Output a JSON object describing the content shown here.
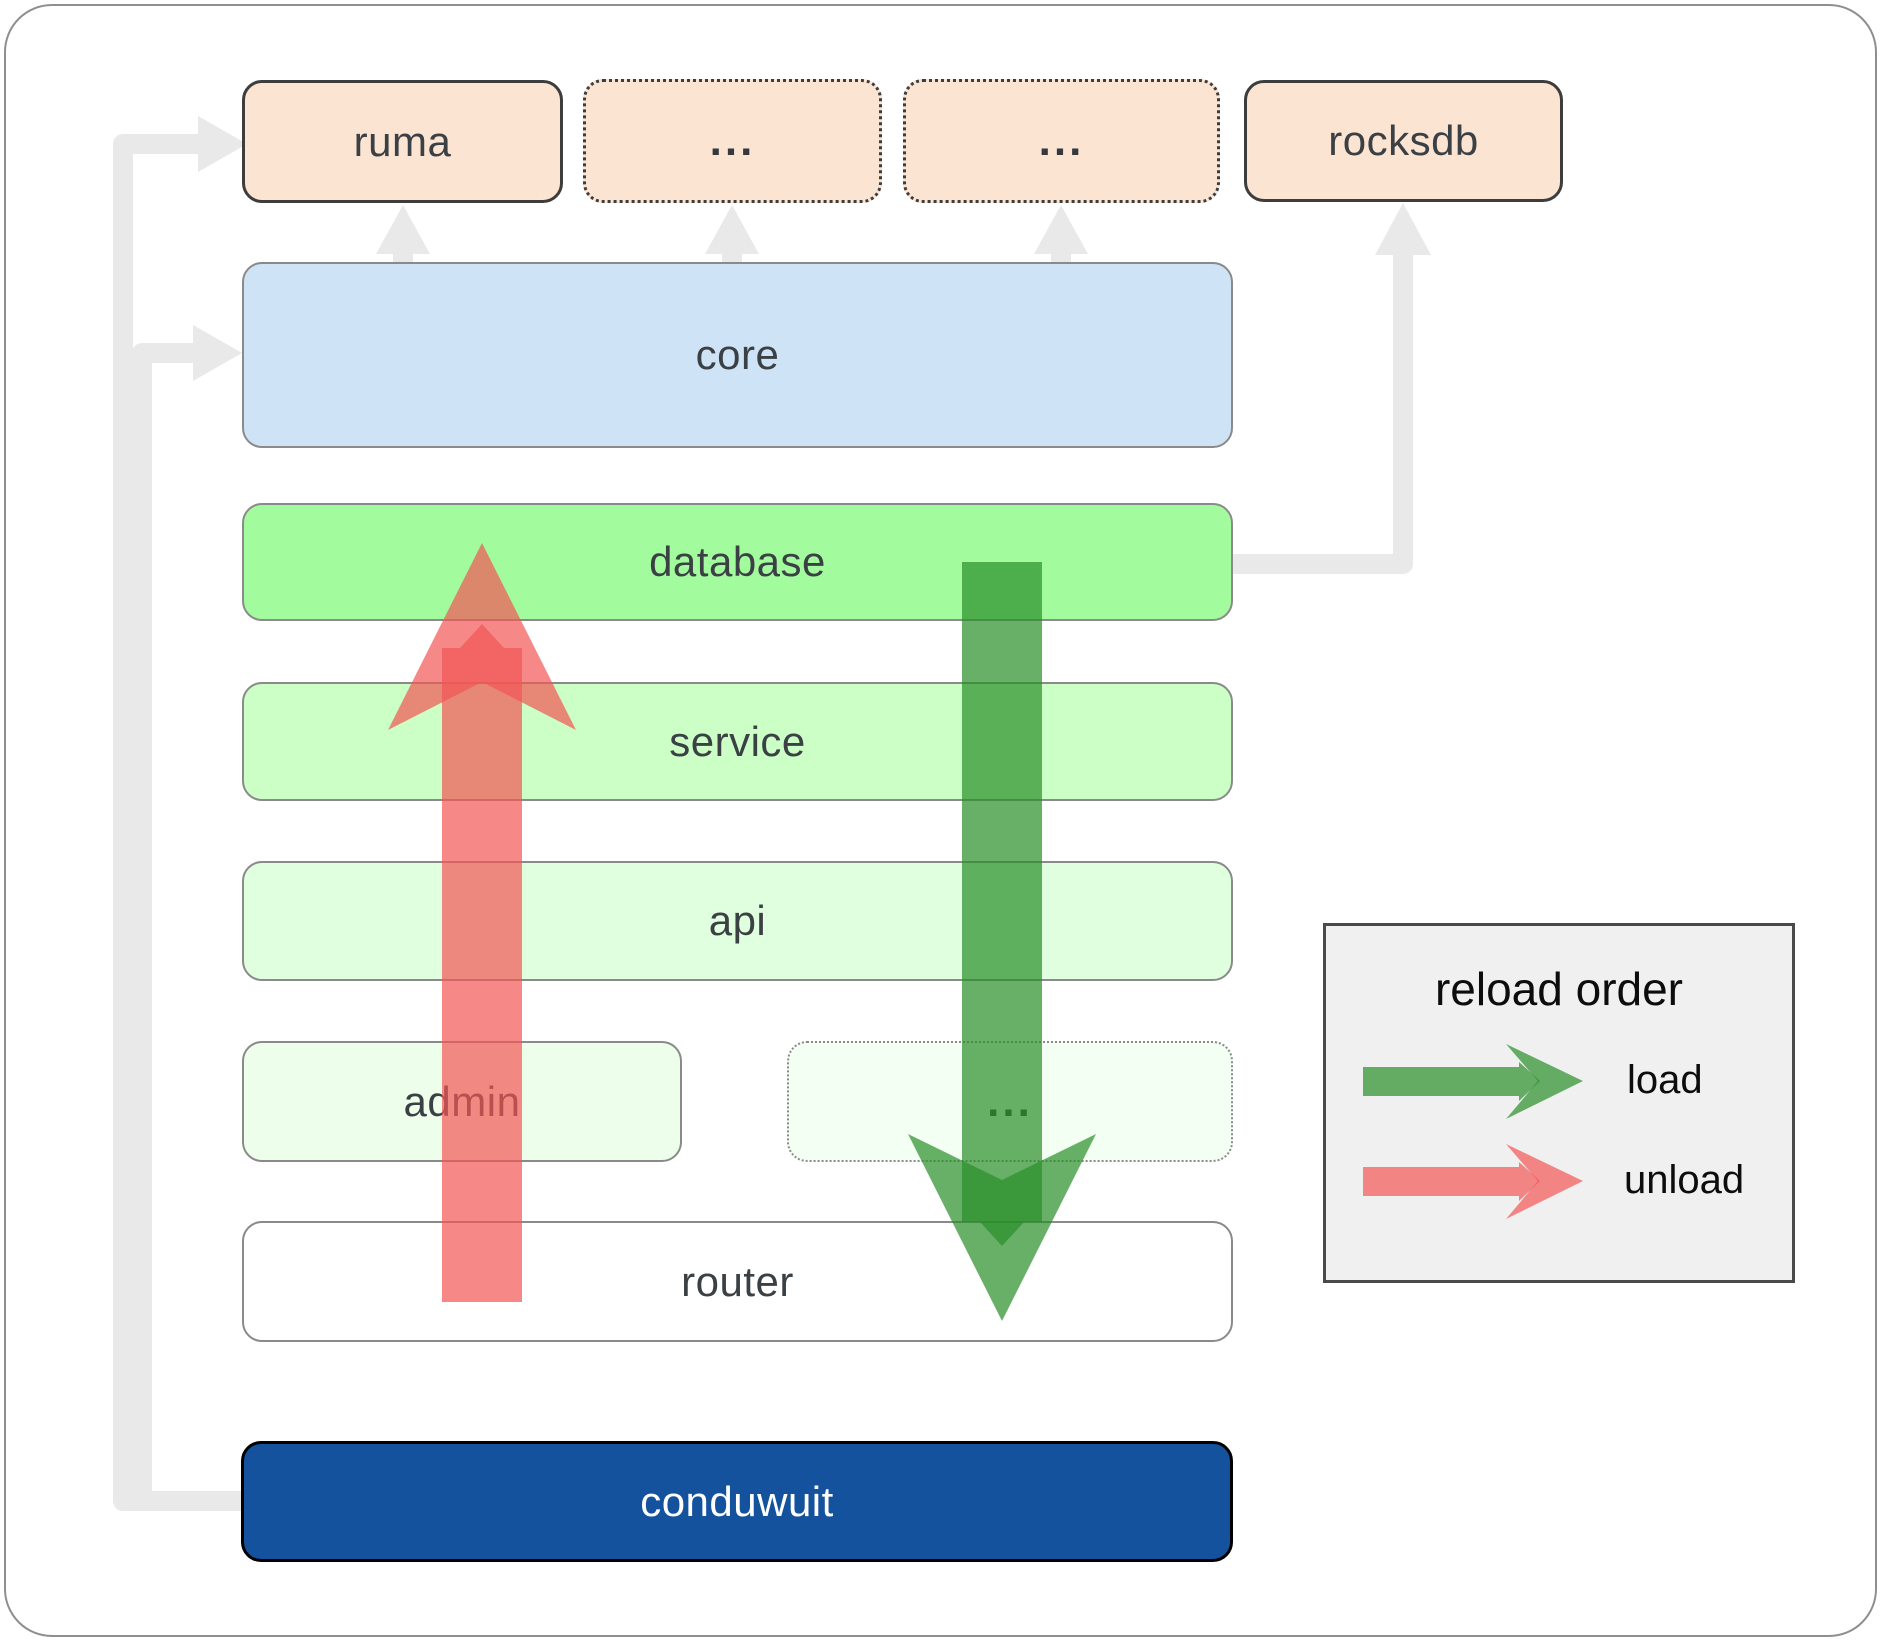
{
  "diagram": {
    "top_row": {
      "ruma": "ruma",
      "dots_1": "...",
      "dots_2": "...",
      "rocksdb": "rocksdb"
    },
    "layers": {
      "core": "core",
      "database": "database",
      "service": "service",
      "api": "api",
      "admin": "admin",
      "dots_admin": "...",
      "router": "router",
      "conduwuit": "conduwuit"
    }
  },
  "legend": {
    "title": "reload order",
    "items": [
      {
        "id": "load",
        "label": "load"
      },
      {
        "id": "unload",
        "label": "unload"
      }
    ]
  },
  "colors": {
    "load_arrow": "#288f28",
    "unload_arrow": "#f25555",
    "connector": "#e9e9e9",
    "database_fill": "#a2fb9d",
    "core_fill": "#cfe3f7",
    "conduwuit_fill": "#14529e",
    "peach_fill": "#fce4d2",
    "legend_bg": "#f0f0f0"
  }
}
